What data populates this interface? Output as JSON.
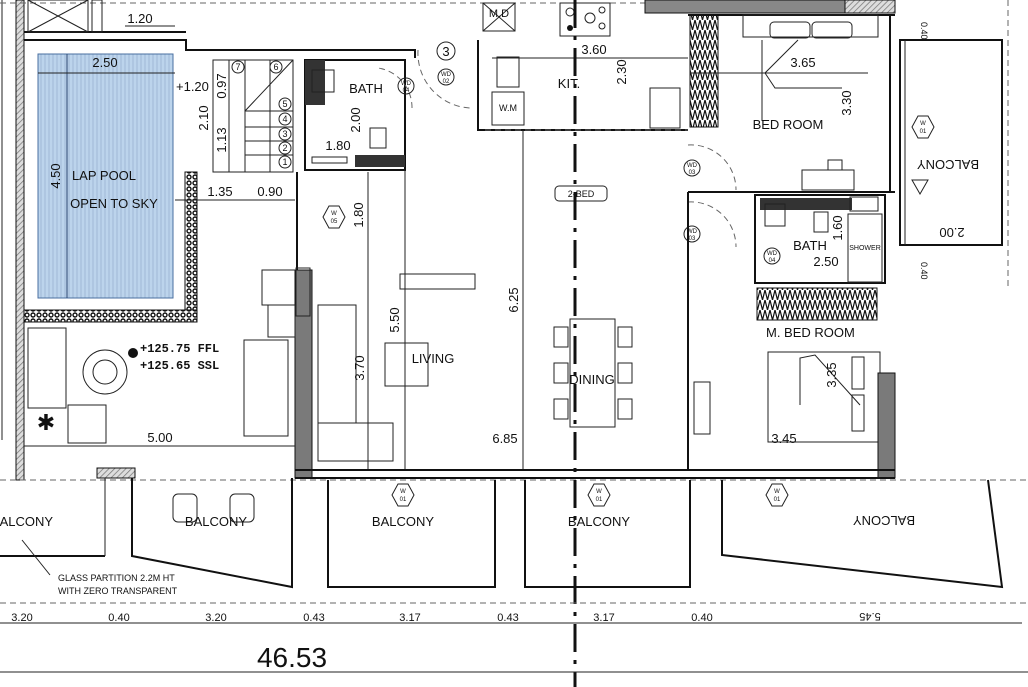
{
  "rooms": {
    "lap_pool": "LAP POOL",
    "open_to_sky": "OPEN TO SKY",
    "bath_1": "BATH",
    "kitchen": "KIT.",
    "bedroom": "BED ROOM",
    "balcony_right": "BALCONY",
    "unit_tag": "2-BED",
    "bath_2": "BATH",
    "shower": "SHOWER",
    "master_bedroom": "M. BED ROOM",
    "living": "LIVING",
    "dining": "DINING",
    "balcony_1": "BALCONY",
    "balcony_2": "BALCONY",
    "balcony_3": "BALCONY",
    "balcony_4": "BALCONY",
    "balcony_5": "BALCONY",
    "maid": "M.D",
    "wm": "W.M"
  },
  "dimensions": {
    "d_1_20_top": "1.20",
    "pool_width": "2.50",
    "pool_length": "4.50",
    "plus_1_20": "+1.20",
    "d_2_10": "2.10",
    "d_0_97": "0.97",
    "d_1_13": "1.13",
    "d_1_35": "1.35",
    "d_0_90": "0.90",
    "bath_2_00": "2.00",
    "bath_1_80": "1.80",
    "d_1_80_v": "1.80",
    "kit_3_60": "3.60",
    "kit_2_30": "2.30",
    "bed_3_65": "3.65",
    "bed_3_30": "3.30",
    "balc_2_00": "2.00",
    "balc_0_40_a": "0.40",
    "balc_0_40_b": "0.40",
    "bath2_1_60": "1.60",
    "bath2_2_50": "2.50",
    "d_5_50": "5.50",
    "d_6_25": "6.25",
    "d_3_70": "3.70",
    "d_5_00": "5.00",
    "d_6_85": "6.85",
    "d_3_45": "3.45",
    "mbed_3_35": "3.35",
    "bottom": [
      "3.20",
      "0.40",
      "3.20",
      "0.43",
      "3.17",
      "0.43",
      "3.17",
      "0.40",
      "5.45"
    ],
    "total": "46.53"
  },
  "stair_steps": [
    "1",
    "2",
    "3",
    "4",
    "5",
    "6",
    "7"
  ],
  "grid_marker": "3",
  "tags": {
    "wd02": [
      "WD",
      "02"
    ],
    "wd04": [
      "WD",
      "04"
    ],
    "wd03": [
      "WD",
      "03"
    ],
    "w05": [
      "W",
      "05"
    ],
    "w01": [
      "W",
      "01"
    ]
  },
  "levels": {
    "ffl": "+125.75  FFL",
    "ssl": "+125.65  SSL"
  },
  "notes": {
    "glass_partition_1": "GLASS PARTITION 2.2M HT",
    "glass_partition_2": "WITH ZERO TRANSPARENT"
  },
  "colors": {
    "pool": "#bcd4ec",
    "column": "#7a7a7a",
    "wall": "#111111"
  }
}
